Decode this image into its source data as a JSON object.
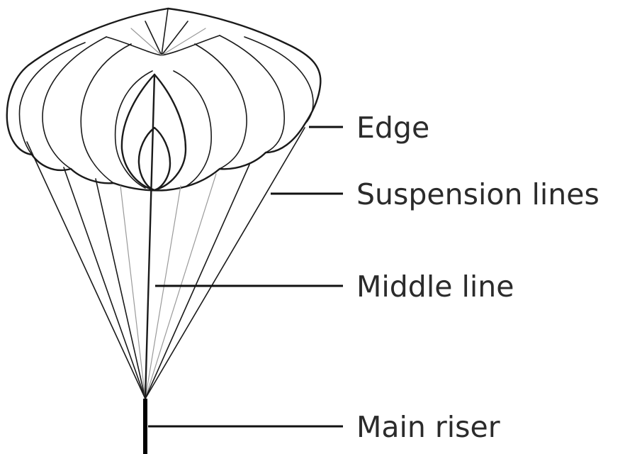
{
  "labels": {
    "edge": "Edge",
    "suspension_lines": "Suspension lines",
    "middle_line": "Middle line",
    "main_riser": "Main riser"
  }
}
